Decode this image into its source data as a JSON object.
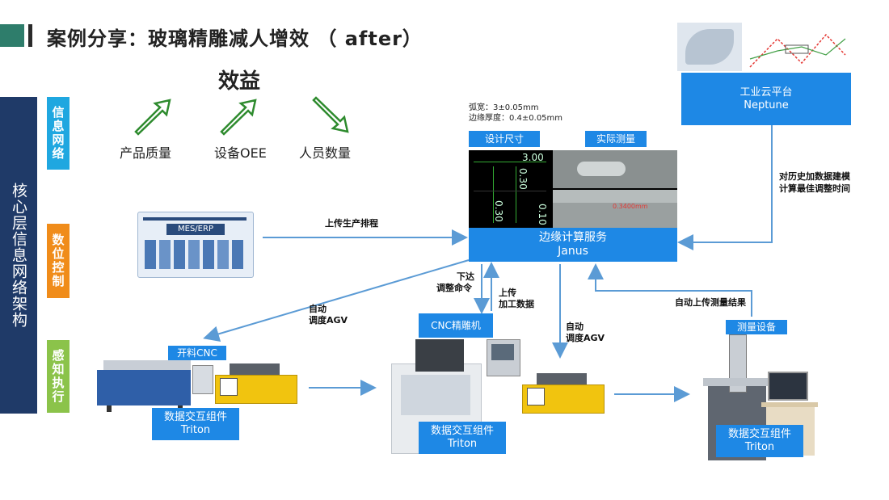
{
  "title": "案例分享：玻璃精雕减人增效 （ after）",
  "left_bar": "核心层信息网络架构",
  "tabs": {
    "info": "信息网络",
    "numeric": "数位控制",
    "perceive": "感知执行"
  },
  "benefits": {
    "title": "效益",
    "items": [
      {
        "label": "产品质量",
        "direction": "up"
      },
      {
        "label": "设备OEE",
        "direction": "up"
      },
      {
        "label": "人员数量",
        "direction": "down"
      }
    ]
  },
  "cloud": {
    "name": "工业云平台",
    "code": "Neptune"
  },
  "spec": {
    "arc_width": "弧宽：3±0.05mm",
    "edge_thickness": "边缘厚度：0.4±0.05mm"
  },
  "design_size_label": "设计尺寸",
  "actual_measure_label": "实际测量",
  "measure_values": [
    "3.00",
    "0.30",
    "0.30",
    "0.10"
  ],
  "measure_small": "0.3400mm",
  "edge_service": {
    "name": "边缘计算服务",
    "code": "Janus"
  },
  "mes_label": "MES/ERP",
  "flow_labels": {
    "upload_schedule": "上传生产排程",
    "model_history": "对历史加数据建模",
    "calc_best": "计算最佳调整时间",
    "issue": "下达",
    "adjust_cmd": "调整命令",
    "upload": "上传",
    "process_data": "加工数据",
    "auto1": "自动",
    "dispatch1": "调度AGV",
    "auto2": "自动",
    "dispatch2": "调度AGV",
    "auto_upload": "自动上传测量结果"
  },
  "devices": {
    "cutting": "开料CNC",
    "engraving": "CNC精雕机",
    "measure": "测量设备"
  },
  "triton_name": "数据交互组件",
  "triton_code": "Triton",
  "colors": {
    "blue": "#1e88e5",
    "navy": "#1f3a68",
    "green_arrow": "#2e8b2e",
    "line": "#5b9bd5"
  }
}
